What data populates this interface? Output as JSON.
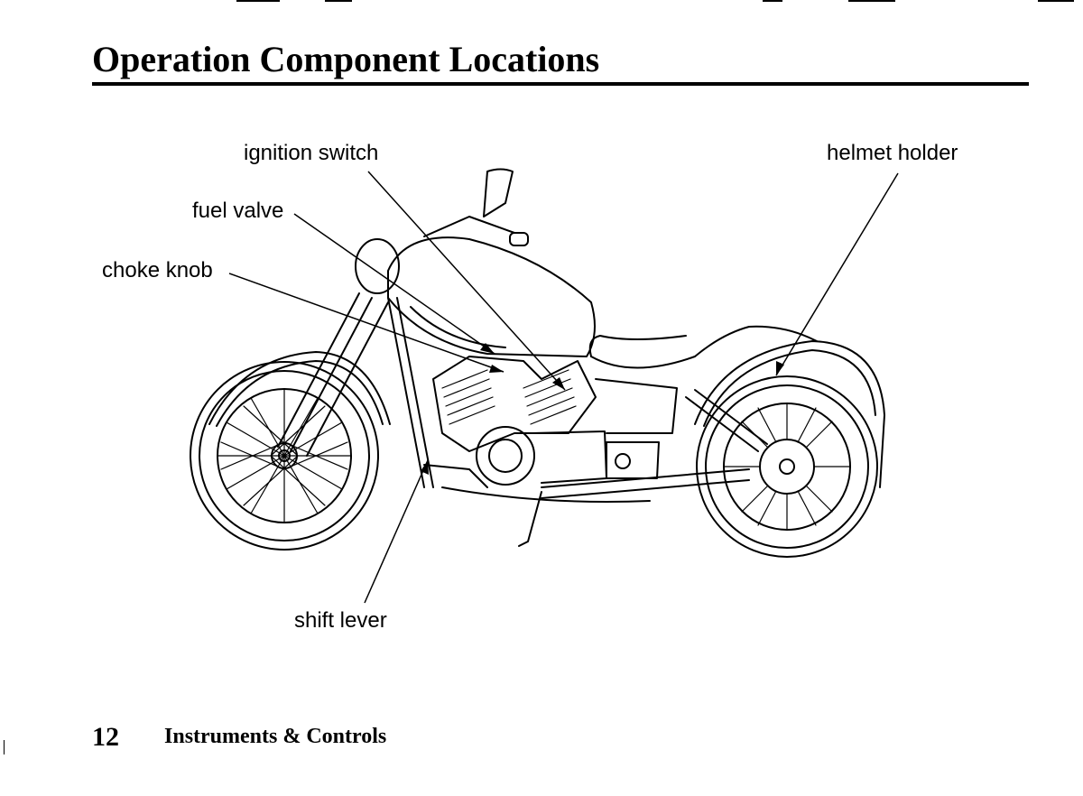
{
  "page": {
    "title": "Operation Component Locations",
    "page_number": "12",
    "section": "Instruments & Controls"
  },
  "callouts": {
    "ignition_switch": "ignition switch",
    "helmet_holder": "helmet holder",
    "fuel_valve": "fuel valve",
    "choke_knob": "choke knob",
    "shift_lever": "shift lever"
  },
  "illustration": {
    "subject-icon": "motorcycle-line-drawing",
    "line_color": "#000000",
    "background": "#ffffff"
  }
}
